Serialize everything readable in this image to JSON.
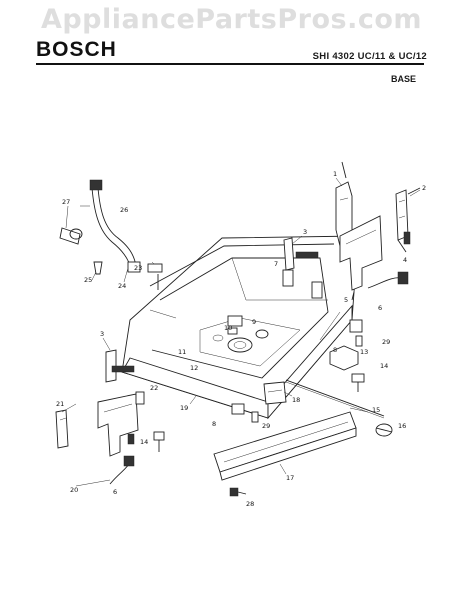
{
  "watermark": "AppliancePartsPros.com",
  "brand": "BOSCH",
  "model": "SHI 4302 UC/11 & UC/12",
  "section": "BASE",
  "callouts": [
    {
      "id": "c1",
      "text": "1"
    },
    {
      "id": "c2",
      "text": "2"
    },
    {
      "id": "c3a",
      "text": "3"
    },
    {
      "id": "c3b",
      "text": "3"
    },
    {
      "id": "c4",
      "text": "4"
    },
    {
      "id": "c5",
      "text": "5"
    },
    {
      "id": "c6a",
      "text": "6"
    },
    {
      "id": "c6b",
      "text": "6"
    },
    {
      "id": "c7",
      "text": "7"
    },
    {
      "id": "c8a",
      "text": "8"
    },
    {
      "id": "c8b",
      "text": "8"
    },
    {
      "id": "c9",
      "text": "9"
    },
    {
      "id": "c10",
      "text": "10"
    },
    {
      "id": "c11",
      "text": "11"
    },
    {
      "id": "c12",
      "text": "12"
    },
    {
      "id": "c13",
      "text": "13"
    },
    {
      "id": "c14a",
      "text": "14"
    },
    {
      "id": "c14b",
      "text": "14"
    },
    {
      "id": "c15",
      "text": "15"
    },
    {
      "id": "c16",
      "text": "16"
    },
    {
      "id": "c17",
      "text": "17"
    },
    {
      "id": "c18",
      "text": "18"
    },
    {
      "id": "c19",
      "text": "19"
    },
    {
      "id": "c20",
      "text": "20"
    },
    {
      "id": "c21",
      "text": "21"
    },
    {
      "id": "c22",
      "text": "22"
    },
    {
      "id": "c23",
      "text": "23"
    },
    {
      "id": "c24",
      "text": "24"
    },
    {
      "id": "c25",
      "text": "25"
    },
    {
      "id": "c26",
      "text": "26"
    },
    {
      "id": "c27",
      "text": "27"
    },
    {
      "id": "c28",
      "text": "28"
    },
    {
      "id": "c29a",
      "text": "29"
    },
    {
      "id": "c29b",
      "text": "29"
    }
  ]
}
